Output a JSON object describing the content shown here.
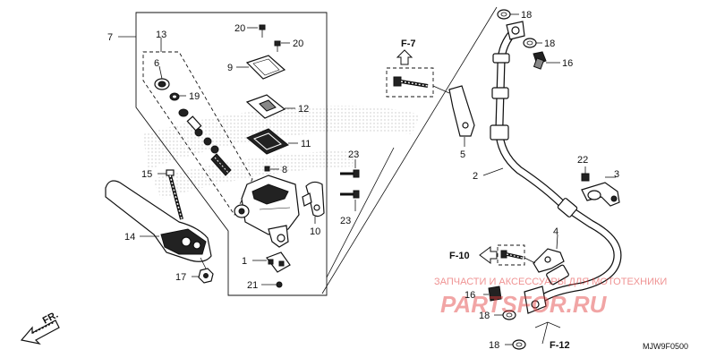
{
  "callouts": [
    {
      "id": "c1",
      "label": "1"
    },
    {
      "id": "c2",
      "label": "2"
    },
    {
      "id": "c3",
      "label": "3"
    },
    {
      "id": "c4",
      "label": "4"
    },
    {
      "id": "c5",
      "label": "5"
    },
    {
      "id": "c6",
      "label": "6"
    },
    {
      "id": "c7",
      "label": "7"
    },
    {
      "id": "c8",
      "label": "8"
    },
    {
      "id": "c9",
      "label": "9"
    },
    {
      "id": "c10",
      "label": "10"
    },
    {
      "id": "c11",
      "label": "11"
    },
    {
      "id": "c12",
      "label": "12"
    },
    {
      "id": "c13",
      "label": "13"
    },
    {
      "id": "c14",
      "label": "14"
    },
    {
      "id": "c15",
      "label": "15"
    },
    {
      "id": "c16a",
      "label": "16"
    },
    {
      "id": "c16b",
      "label": "16"
    },
    {
      "id": "c17",
      "label": "17"
    },
    {
      "id": "c18a",
      "label": "18"
    },
    {
      "id": "c18b",
      "label": "18"
    },
    {
      "id": "c18c",
      "label": "18"
    },
    {
      "id": "c18d",
      "label": "18"
    },
    {
      "id": "c19",
      "label": "19"
    },
    {
      "id": "c20a",
      "label": "20"
    },
    {
      "id": "c20b",
      "label": "20"
    },
    {
      "id": "c21",
      "label": "21"
    },
    {
      "id": "c22",
      "label": "22"
    },
    {
      "id": "c23a",
      "label": "23"
    },
    {
      "id": "c23b",
      "label": "23"
    }
  ],
  "references": {
    "f7": "F-7",
    "f10": "F-10",
    "f12": "F-12",
    "fr": "FR."
  },
  "diagram_code": "MJW9F0500",
  "watermark": {
    "tagline": "ЗАПЧАСТИ И АКСЕССУАРЫ ДЛЯ МОТОТЕХНИКИ",
    "brand": "PARTSFOR.RU"
  },
  "colors": {
    "line": "#111111",
    "watermark": "#e23a3a",
    "background": "#ffffff"
  }
}
